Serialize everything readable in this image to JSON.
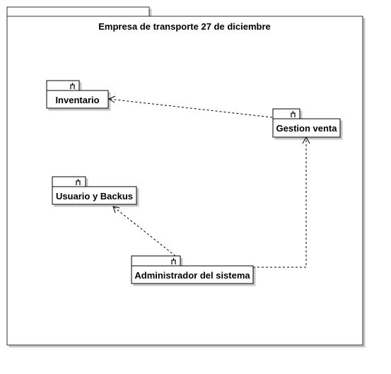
{
  "diagram": {
    "title": "Empresa de transporte 27 de diciembre",
    "packages": {
      "inventario": "Inventario",
      "gestion_venta": "Gestion venta",
      "usuario_backus": "Usuario y Backus",
      "administrador": "Administrador del sistema"
    },
    "dependencies": [
      {
        "from": "Gestion venta",
        "to": "Inventario"
      },
      {
        "from": "Administrador del sistema",
        "to": "Usuario y Backus"
      },
      {
        "from": "Administrador del sistema",
        "to": "Gestion venta"
      }
    ],
    "colors": {
      "line": "#333333",
      "shadow": "#c8c8c8",
      "fill": "#ffffff"
    }
  }
}
